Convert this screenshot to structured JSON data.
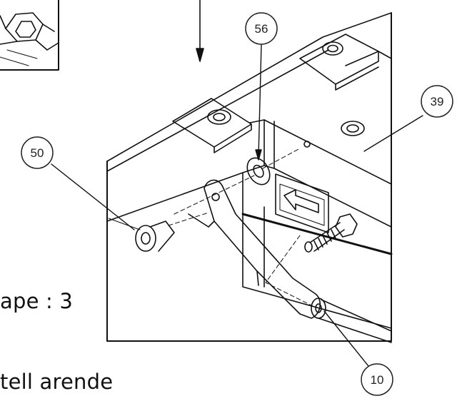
{
  "step": {
    "label": "ape : 3"
  },
  "instruction": {
    "text": "tell  arende"
  },
  "callouts": [
    {
      "id": "callout-56",
      "label": "56"
    },
    {
      "id": "callout-39",
      "label": "39"
    },
    {
      "id": "callout-50",
      "label": "50"
    },
    {
      "id": "callout-10",
      "label": "10"
    }
  ],
  "icons": [
    "hex-bolt-detail-icon",
    "down-arrow-icon",
    "direction-arrow-icon"
  ]
}
